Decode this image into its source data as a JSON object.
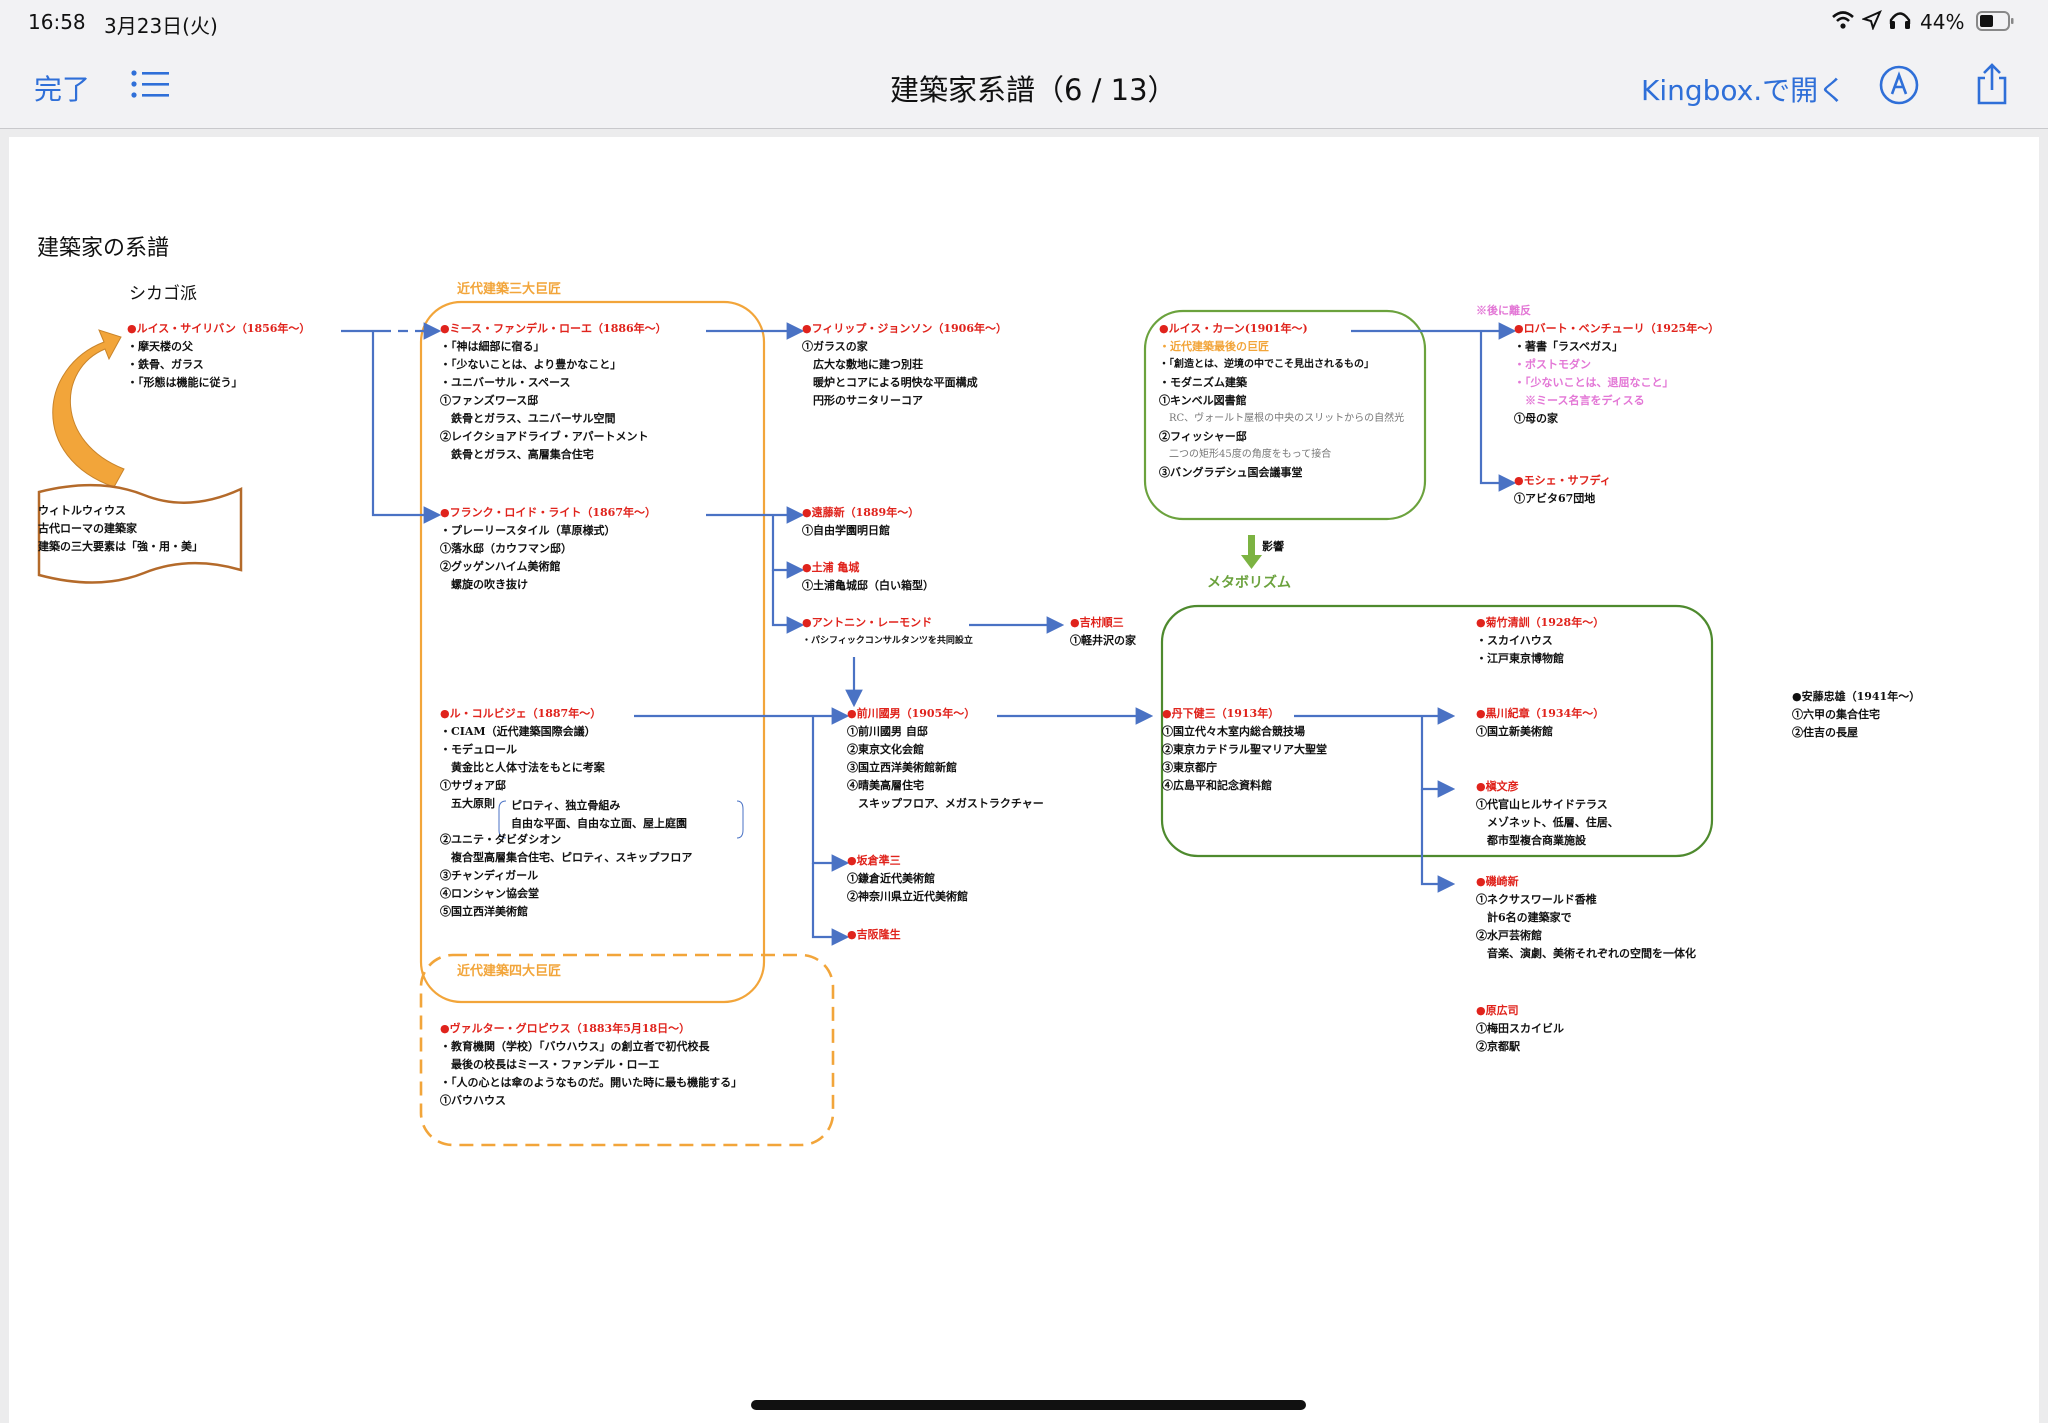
{
  "status": {
    "time": "16:58",
    "date": "3月23日(火)",
    "battery": "44%"
  },
  "nav": {
    "done": "完了",
    "list_icon": "list-icon",
    "title": "建築家系譜（6 / 13）",
    "open_in": "Kingbox.で開く"
  },
  "doc": {
    "title": "建築家の系譜",
    "chicago": "シカゴ派",
    "big3": "近代建築三大巨匠",
    "big4": "近代建築四大巨匠",
    "metabolism": "メタボリズム",
    "influence": "影響",
    "later_note": "※後に離反",
    "vitruvius": [
      "ウィトルウィウス",
      "古代ローマの建築家",
      "建築の三大要素は「強・用・美」"
    ],
    "sullivan": {
      "name": "●ルイス・サイリバン（1856年〜）",
      "lines": [
        "・摩天楼の父",
        "・鉄骨、ガラス",
        "・「形態は機能に従う」"
      ]
    },
    "mies": {
      "name": "●ミース・ファンデル・ローエ（1886年〜）",
      "lines": [
        "・「神は細部に宿る」",
        "・「少ないことは、より豊かなこと」",
        "・ユニバーサル・スペース",
        "①ファンズワース邸",
        "　鉄骨とガラス、ユニバーサル空間",
        "②レイクショアドライブ・アパートメント",
        "　鉄骨とガラス、高層集合住宅"
      ]
    },
    "wright": {
      "name": "●フランク・ロイド・ライト（1867年〜）",
      "lines": [
        "・プレーリースタイル（草原様式）",
        "①落水邸（カウフマン邸）",
        "②グッゲンハイム美術館",
        "　螺旋の吹き抜け"
      ]
    },
    "corbu": {
      "name": "●ル・コルビジェ（1887年〜）",
      "lines": [
        "・CIAM（近代建築国際会議）",
        "・モデュロール",
        "　黄金比と人体寸法をもとに考案",
        "①サヴォア邸",
        "　五大原則",
        "②ユニテ・ダビダシオン",
        "　複合型高層集合住宅、ピロティ、スキップフロア",
        "③チャンディガール",
        "④ロンシャン協会堂",
        "⑤国立西洋美術館"
      ],
      "gensoku": [
        "ピロティ、独立骨組み",
        "自由な平面、自由な立面、屋上庭園"
      ]
    },
    "gropius": {
      "name": "●ヴァルター・グロピウス（1883年5月18日〜）",
      "lines": [
        "・教育機関（学校）「バウハウス」の創立者で初代校長",
        "　最後の校長はミース・ファンデル・ローエ",
        "・「人の心とは傘のようなものだ。開いた時に最も機能する」",
        "①バウハウス"
      ]
    },
    "johnson": {
      "name": "●フィリップ・ジョンソン（1906年〜）",
      "lines": [
        "①ガラスの家",
        "　広大な敷地に建つ別荘",
        "　暖炉とコアによる明快な平面構成",
        "　円形のサニタリーコア"
      ]
    },
    "endo": {
      "name": "●遠藤新（1889年〜）",
      "lines": [
        "①自由学園明日館"
      ]
    },
    "tsuchiura": {
      "name": "●土浦 亀城",
      "lines": [
        "①土浦亀城邸（白い箱型）"
      ]
    },
    "raymond": {
      "name": "●アントニン・レーモンド",
      "lines": [
        "・パシフィックコンサルタンツを共同設立"
      ]
    },
    "yoshimura": {
      "name": "●吉村順三",
      "lines": [
        "①軽井沢の家"
      ]
    },
    "maekawa": {
      "name": "●前川國男（1905年〜）",
      "lines": [
        "①前川國男 自邸",
        "②東京文化会館",
        "③国立西洋美術館新館",
        "④晴美高層住宅",
        "　スキップフロア、メガストラクチャー"
      ]
    },
    "sakakura": {
      "name": "●坂倉準三",
      "lines": [
        "①鎌倉近代美術館",
        "②神奈川県立近代美術館"
      ]
    },
    "yoshizaka": {
      "name": "●吉阪隆生",
      "lines": []
    },
    "kahn": {
      "name": "●ルイス・カーン(1901年〜)",
      "lines": [
        "・近代建築最後の巨匠",
        "・「創造とは、逆境の中でこそ見出されるもの」",
        "・モダニズム建築",
        "①キンベル図書館",
        "　RC、ヴォールト屋根の中央のスリットからの自然光",
        "②フィッシャー邸",
        "　二つの矩形45度の角度をもって接合",
        "③バングラデシュ国会議事堂"
      ]
    },
    "venturi": {
      "name": "●ロバート・ベンチューリ（1925年〜）",
      "lines": [
        "・著書「ラスベガス」",
        "・ポストモダン",
        "・「少ないことは、退屈なこと」",
        "　※ミース名言をディスる",
        "①母の家"
      ]
    },
    "safdie": {
      "name": "●モシェ・サフディ",
      "lines": [
        "①アビタ67団地"
      ]
    },
    "tange": {
      "name": "●丹下健三（1913年）",
      "lines": [
        "①国立代々木室内総合競技場",
        "②東京カテドラル聖マリア大聖堂",
        "③東京都庁",
        "④広島平和記念資料館"
      ]
    },
    "kikutake": {
      "name": "●菊竹清訓（1928年〜）",
      "lines": [
        "・スカイハウス",
        "・江戸東京博物館"
      ]
    },
    "kurokawa": {
      "name": "●黒川紀章（1934年〜）",
      "lines": [
        "①国立新美術館"
      ]
    },
    "maki": {
      "name": "●槇文彦",
      "lines": [
        "①代官山ヒルサイドテラス",
        "　メゾネット、低層、住居、",
        "　都市型複合商業施設"
      ]
    },
    "isozaki": {
      "name": "●磯崎新",
      "lines": [
        "①ネクサスワールド香椎",
        "　計6名の建築家で",
        "②水戸芸術館",
        "　音楽、演劇、美術それぞれの空間を一体化"
      ]
    },
    "hara": {
      "name": "●原広司",
      "lines": [
        "①梅田スカイビル",
        "②京都駅"
      ]
    },
    "ando": {
      "name": "●安藤忠雄（1941年〜）",
      "lines": [
        "①六甲の集合住宅",
        "②住吉の長屋"
      ]
    }
  }
}
